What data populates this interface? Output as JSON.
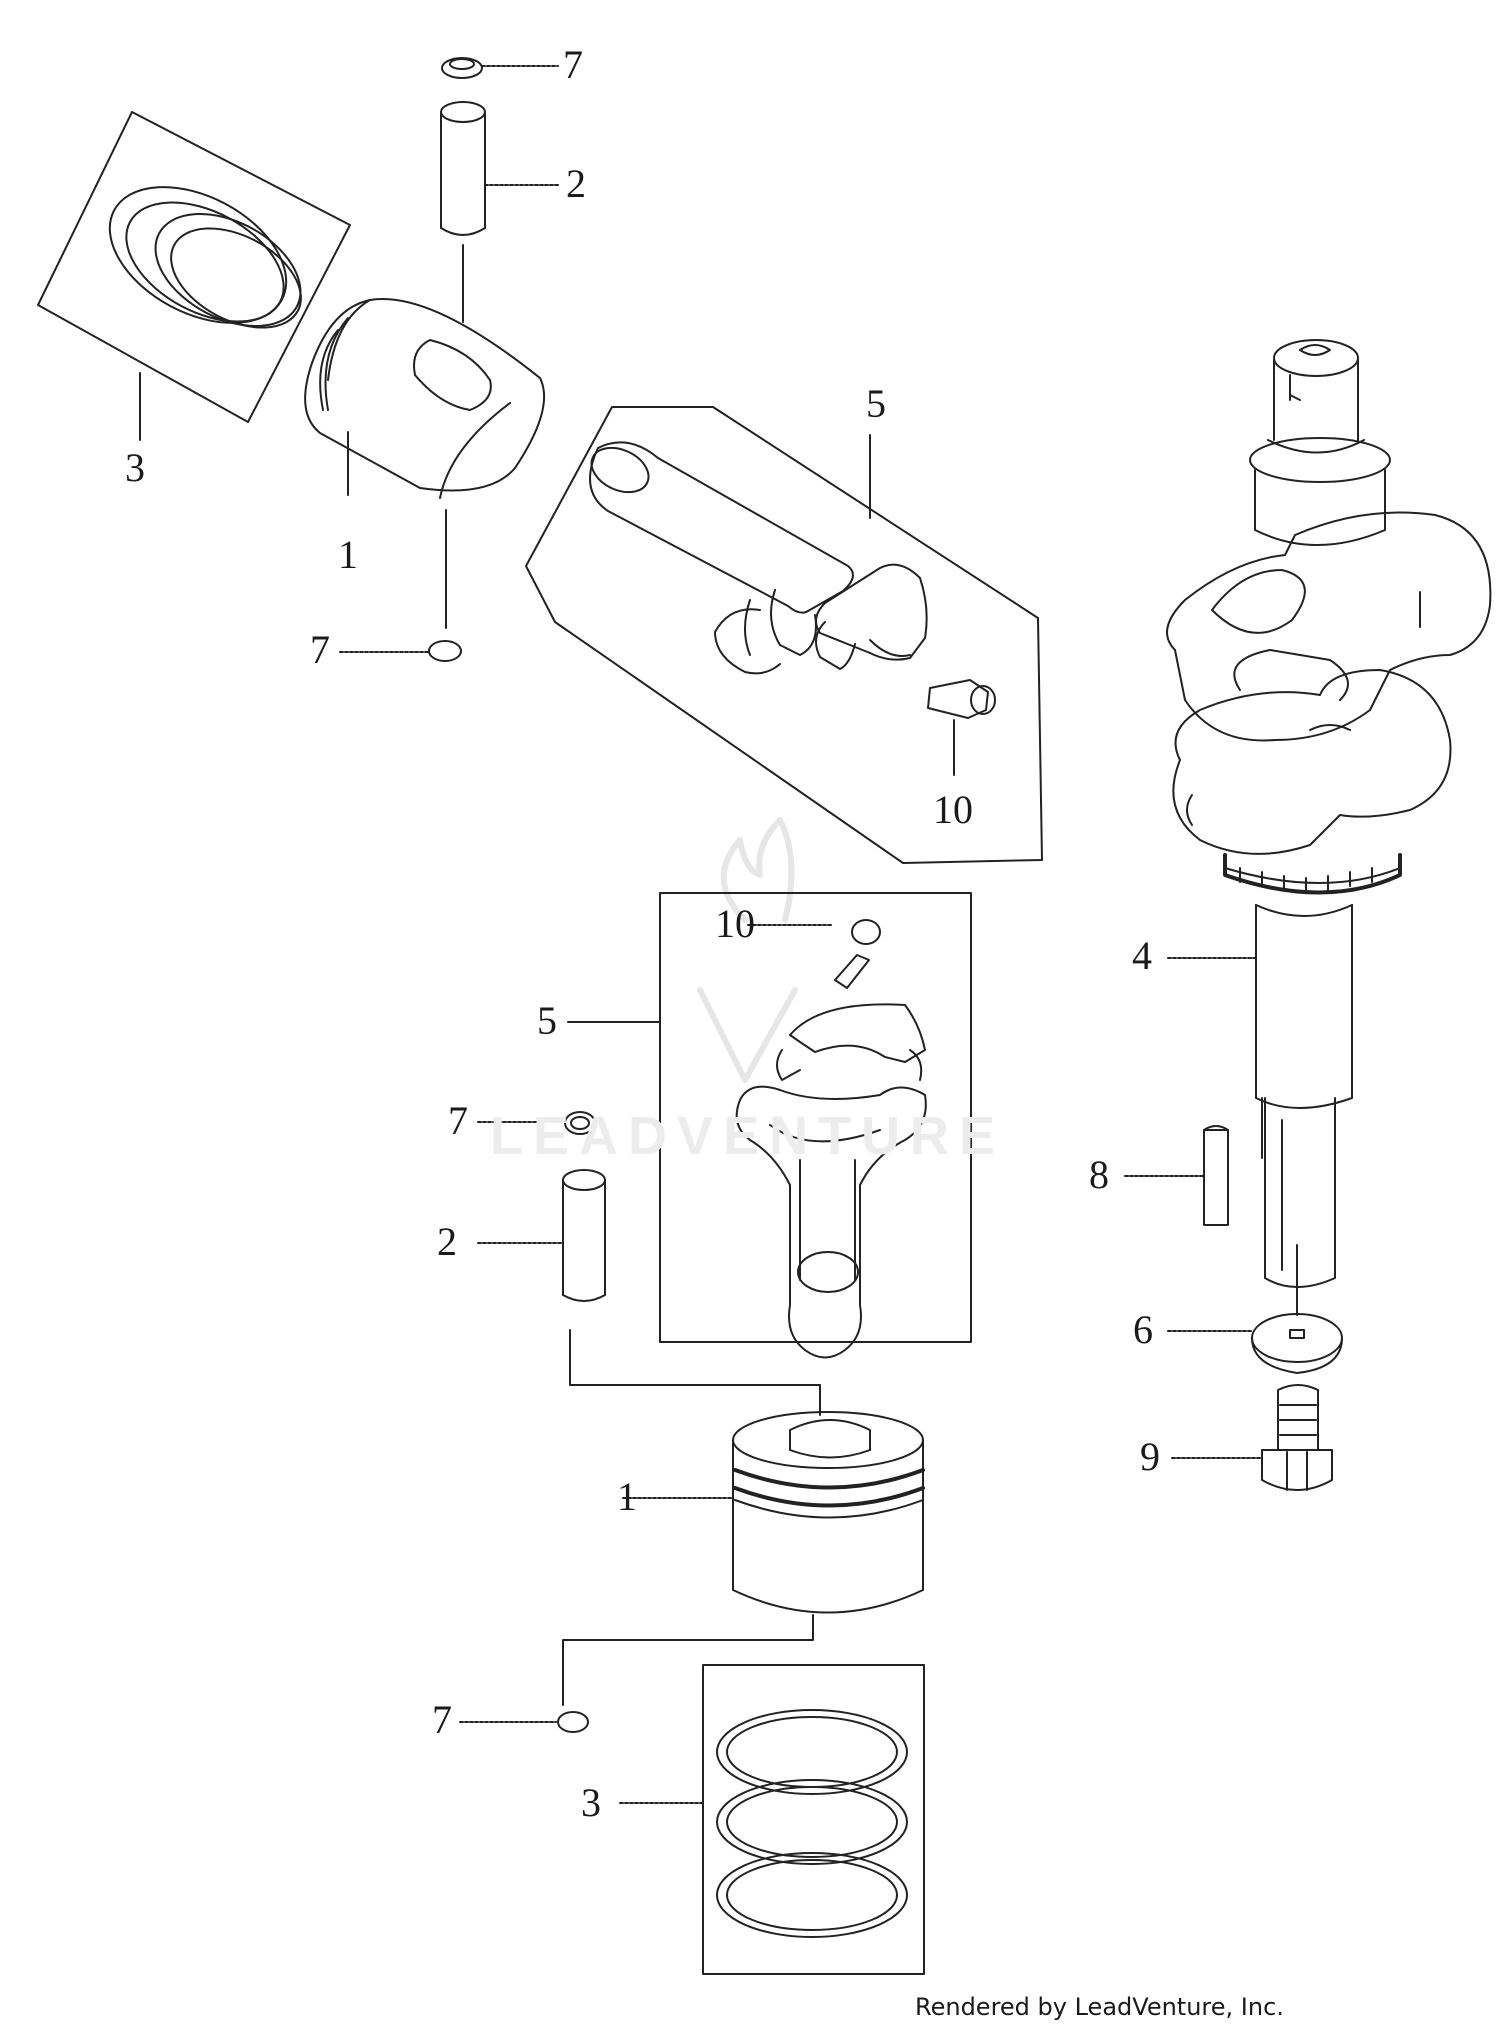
{
  "diagram": {
    "callouts": [
      "7",
      "2",
      "3",
      "1",
      "7",
      "5",
      "10",
      "4",
      "10",
      "5",
      "7",
      "2",
      "8",
      "6",
      "9",
      "1",
      "7",
      "3"
    ],
    "watermark": "LEADVENTURE",
    "footer": "Rendered by LeadVenture, Inc."
  }
}
